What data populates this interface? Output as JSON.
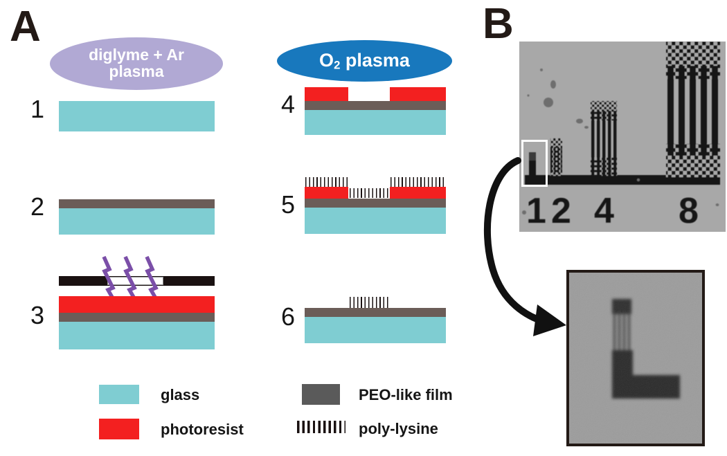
{
  "figure": {
    "panels": [
      {
        "id": "A",
        "label": "A"
      },
      {
        "id": "B",
        "label": "B"
      }
    ]
  },
  "panel_a": {
    "plasma_labels": {
      "diglyme_line1": "diglyme + Ar",
      "diglyme_line2": "plasma",
      "o2_prefix": "O",
      "o2_subscript": "2",
      "o2_suffix": " plasma"
    },
    "steps": [
      {
        "number": "1",
        "description": "bare glass substrate"
      },
      {
        "number": "2",
        "description": "PEO-like film deposited on glass"
      },
      {
        "number": "3",
        "description": "photoresist coated, UV exposure through photomask"
      },
      {
        "number": "4",
        "description": "developed photoresist pattern, O2 plasma treatment"
      },
      {
        "number": "5",
        "description": "poly-lysine adsorbed onto exposed regions"
      },
      {
        "number": "6",
        "description": "photoresist lifted off leaving poly-lysine pattern"
      }
    ],
    "legend": [
      {
        "key": "glass",
        "label": "glass",
        "color": "#7fcdd2",
        "swatch": "block"
      },
      {
        "key": "photoresist",
        "label": "photoresist",
        "color": "#f32020",
        "swatch": "block"
      },
      {
        "key": "peo-like-film",
        "label": "PEO-like film",
        "color": "#5a5a5a",
        "swatch": "block"
      },
      {
        "key": "poly-lysine",
        "label": "poly-lysine",
        "color": "#1a1111",
        "swatch": "comb"
      }
    ],
    "colors": {
      "glass": "#7fcdd2",
      "photoresist": "#f32020",
      "peo_film_diagram": "#6b5d58",
      "peo_film_legend": "#5a5a5a",
      "photomask": "#1a1111",
      "uv_arrow": "#7b4fa8",
      "diglyme_ellipse": "#b1a9d4",
      "o2_ellipse": "#1878bd"
    }
  },
  "panel_b": {
    "micrograph": {
      "description": "brightfield micrograph of micropatterned poly-lysine resolution test target",
      "feature_labels": [
        "1",
        "2",
        "4",
        "8"
      ],
      "background_color": "#a8a8a8",
      "pattern_color": "#141414"
    },
    "roi": {
      "description": "white region-of-interest box around feature 1"
    },
    "inset": {
      "description": "magnified view of the smallest L-shaped feature with fine parallel lines",
      "border_color": "#231a16",
      "background_color": "#9c9c9c"
    },
    "arrow": {
      "description": "curved black arrow from ROI box to magnified inset"
    }
  }
}
